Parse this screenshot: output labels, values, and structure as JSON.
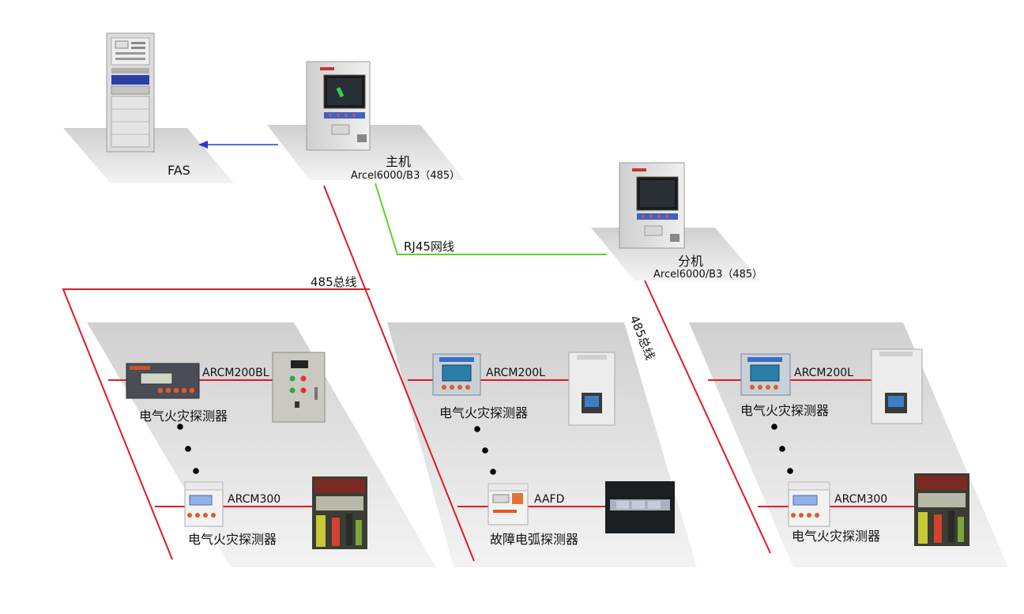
{
  "labels": {
    "fas": "FAS",
    "host_title": "主机",
    "host_model": "Arcel6000/B3（485）",
    "slave_title": "分机",
    "slave_model": "Arcel6000/B3（485）",
    "rj45": "RJ45网线",
    "bus1": "485总线",
    "bus2": "485总线"
  },
  "devices": {
    "g1_top_model": "ARCM200BL",
    "g1_top_name": "电气火灾探测器",
    "g1_bot_model": "ARCM300",
    "g1_bot_name": "电气火灾探测器",
    "g2_top_model": "ARCM200L",
    "g2_top_name": "电气火灾探测器",
    "g2_bot_model": "AAFD",
    "g2_bot_name": "故障电弧探测器",
    "g3_top_model": "ARCM200L",
    "g3_top_name": "电气火灾探测器",
    "g3_bot_model": "ARCM300",
    "g3_bot_name": "电气火灾探测器"
  },
  "colors": {
    "bus": "#e01b24",
    "rj45": "#5ad12f",
    "arrow": "#1f3bd6",
    "platform": "#e2e2e2"
  }
}
